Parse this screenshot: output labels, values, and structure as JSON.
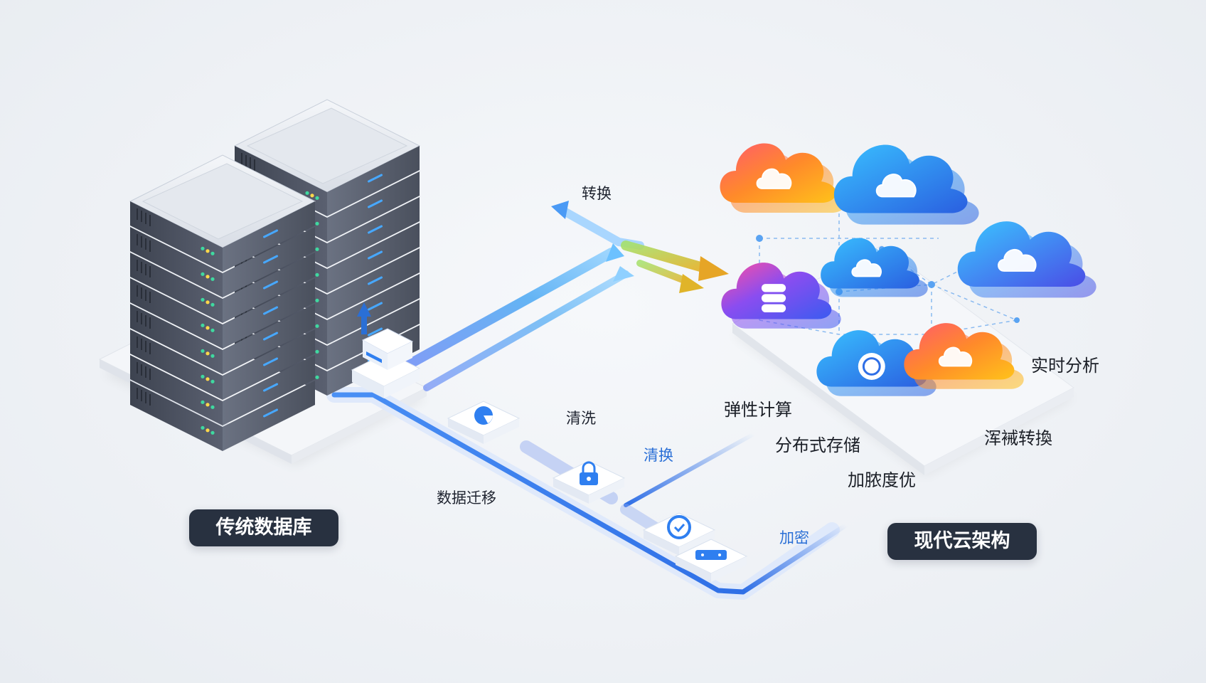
{
  "labels": {
    "legacy_db": "传统数据库",
    "modern_cloud": "现代云架构",
    "transform_top": "转换",
    "clean": "清洗",
    "clean_transform": "清换",
    "migration": "数据迁移",
    "encrypt": "加密",
    "elastic_compute": "弹性计算",
    "distributed_storage": "分布式存储",
    "optimize": "加脓度优",
    "realtime_analysis": "实时分析",
    "data_transform_right": "浑裓转換"
  },
  "icons": {
    "server": "server-rack-icon",
    "cloud": "cloud-icon",
    "database": "database-icon",
    "lock": "lock-icon",
    "shield": "shield-icon",
    "chart": "pie-chart-icon"
  },
  "colors": {
    "pill_bg": "#283140",
    "flow_blue": "#3b82f6",
    "flow_purple": "#7c6cf0",
    "flow_green": "#8bd450",
    "cloud_orange": "#ff7a2f",
    "cloud_blue": "#2f7ff0",
    "cloud_purple": "#6b4ee6"
  }
}
